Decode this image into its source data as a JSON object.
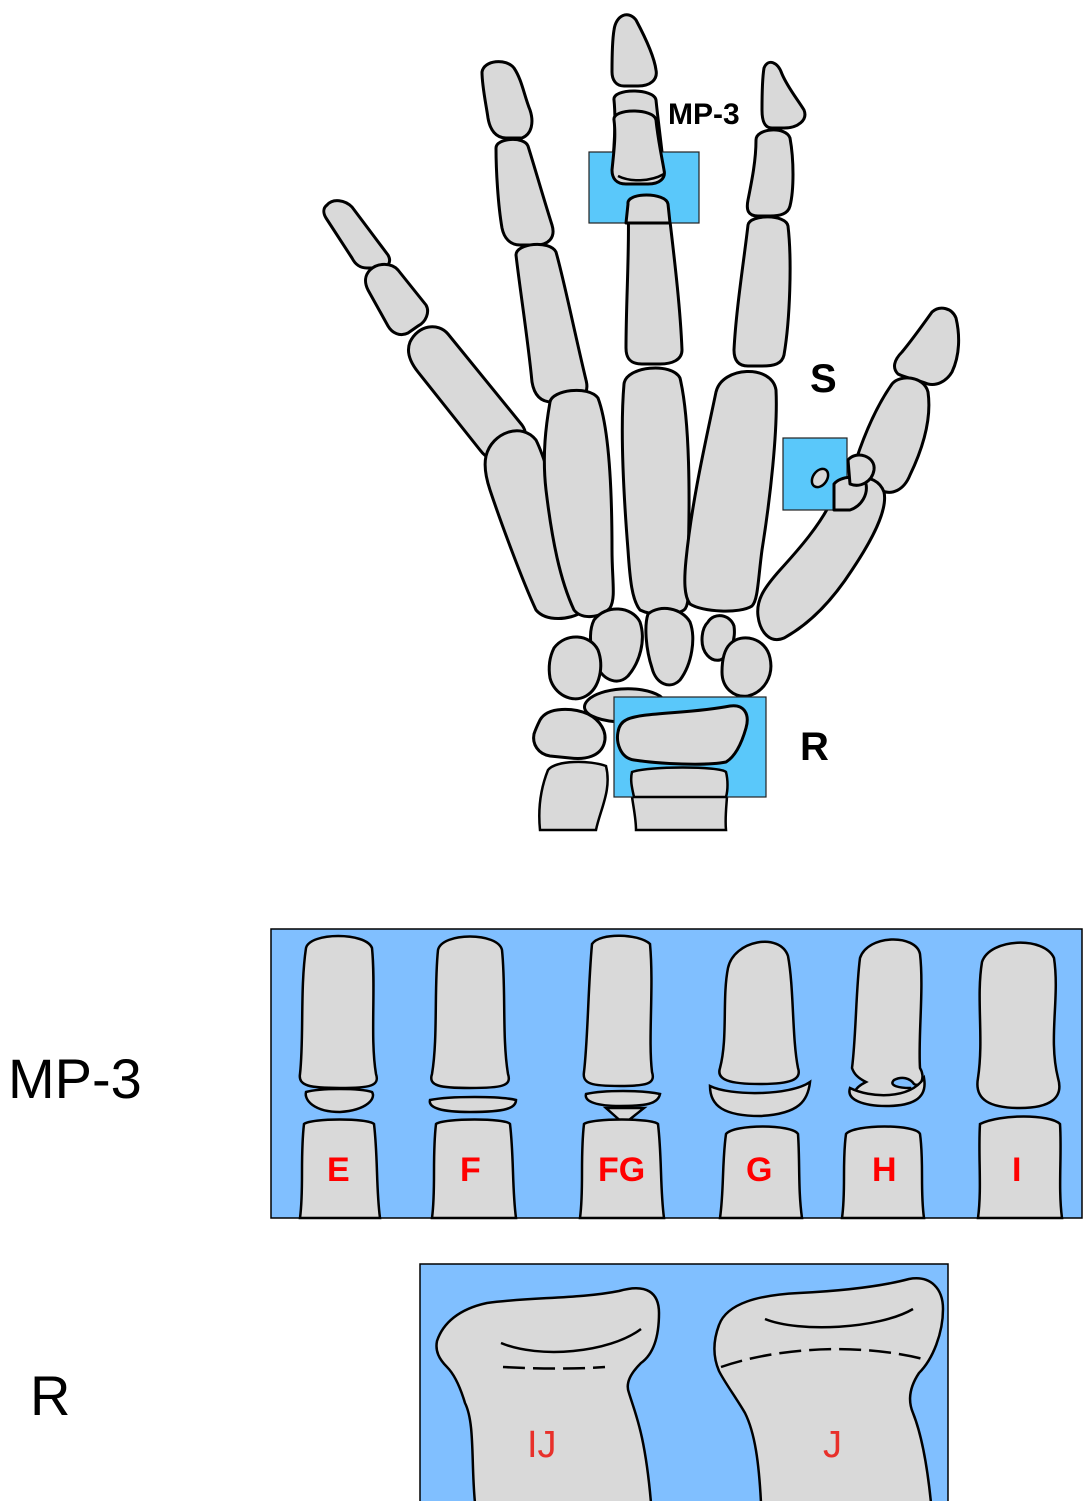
{
  "hand_labels": {
    "mp3": "MP-3",
    "sesamoid": "S",
    "radius": "R"
  },
  "row_labels": {
    "mp3": "MP-3",
    "radius": "R"
  },
  "mp3_stages": [
    "E",
    "F",
    "FG",
    "G",
    "H",
    "I"
  ],
  "radius_stages": [
    "IJ",
    "J"
  ],
  "colors": {
    "roi_box": "#5ac8fa",
    "panel_bg": "#80bfff",
    "bone_fill": "#d9d9d9",
    "stage_text": "#ff0000"
  }
}
